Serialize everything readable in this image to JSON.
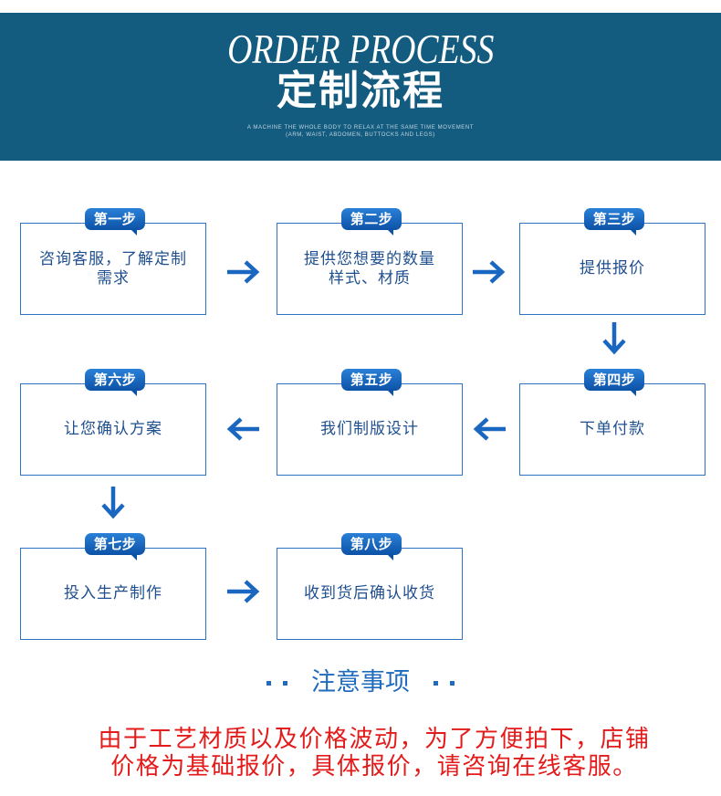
{
  "header": {
    "title_en": "ORDER PROCESS",
    "title_cn": "定制流程",
    "subtitle_lines": [
      "A MACHINE THE WHOLE BODY TO RELAX AT THE SAME TIME MOVEMENT",
      "(ARM, WAIST, ABDOMEN, BUTTOCKS AND LEGS)"
    ]
  },
  "steps": [
    {
      "label": "第一步",
      "lines": [
        "咨询客服，了解定制",
        "需求"
      ]
    },
    {
      "label": "第二步",
      "lines": [
        "提供您想要的数量",
        "样式、材质"
      ]
    },
    {
      "label": "第三步",
      "lines": [
        "提供报价"
      ]
    },
    {
      "label": "第四步",
      "lines": [
        "下单付款"
      ]
    },
    {
      "label": "第五步",
      "lines": [
        "我们制版设计"
      ]
    },
    {
      "label": "第六步",
      "lines": [
        "让您确认方案"
      ]
    },
    {
      "label": "第七步",
      "lines": [
        "投入生产制作"
      ]
    },
    {
      "label": "第八步",
      "lines": [
        "收到货后确认收货"
      ]
    }
  ],
  "connectors": [
    "arrow-right-icon",
    "arrow-right-icon",
    "arrow-down-icon",
    "arrow-left-icon",
    "arrow-left-icon",
    "arrow-down-icon",
    "arrow-right-icon"
  ],
  "notice": {
    "title": "注意事项",
    "lines": [
      "由于工艺材质以及价格波动，为了方便拍下，店铺",
      "价格为基础报价，具体报价，请咨询在线客服。"
    ]
  },
  "colors": {
    "banner": "#135c80",
    "box-border": "#2f74c4",
    "box-text": "#1f4f8f",
    "badge-top": "#2a80d8",
    "badge-bottom": "#0c52a6",
    "arrow": "#1a67c2",
    "notice-title": "#1f6bbd",
    "notice-text": "#e31b1b"
  }
}
